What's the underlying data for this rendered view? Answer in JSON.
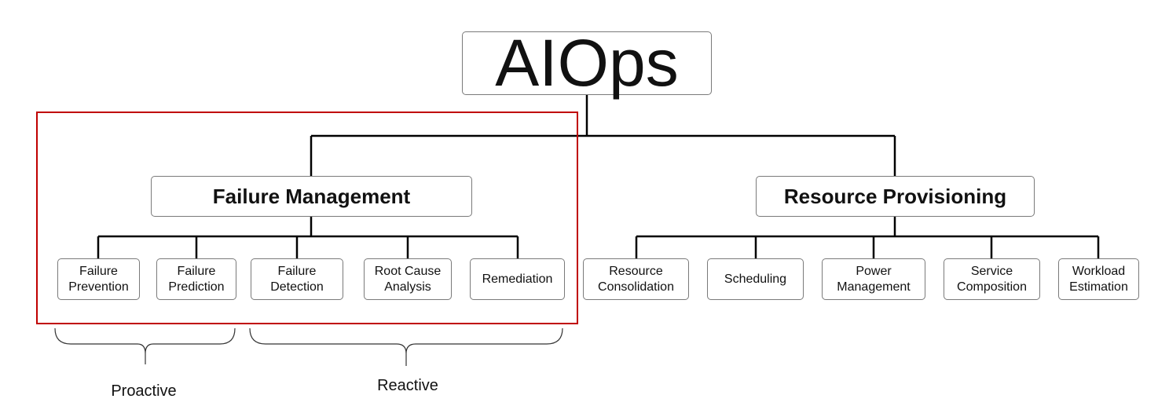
{
  "diagram": {
    "root": {
      "label": "AIOps"
    },
    "categories": [
      {
        "label": "Failure Management",
        "children": [
          {
            "label": "Failure\nPrevention"
          },
          {
            "label": "Failure\nPrediction"
          },
          {
            "label": "Failure\nDetection"
          },
          {
            "label": "Root Cause\nAnalysis"
          },
          {
            "label": "Remediation"
          }
        ]
      },
      {
        "label": "Resource Provisioning",
        "children": [
          {
            "label": "Resource\nConsolidation"
          },
          {
            "label": "Scheduling"
          },
          {
            "label": "Power\nManagement"
          },
          {
            "label": "Service\nComposition"
          },
          {
            "label": "Workload\nEstimation"
          }
        ]
      }
    ],
    "groups": [
      {
        "label": "Proactive"
      },
      {
        "label": "Reactive"
      }
    ],
    "colors": {
      "highlight": "#c00000",
      "box_border": "#7a7a7a",
      "connector": "#000000"
    }
  }
}
